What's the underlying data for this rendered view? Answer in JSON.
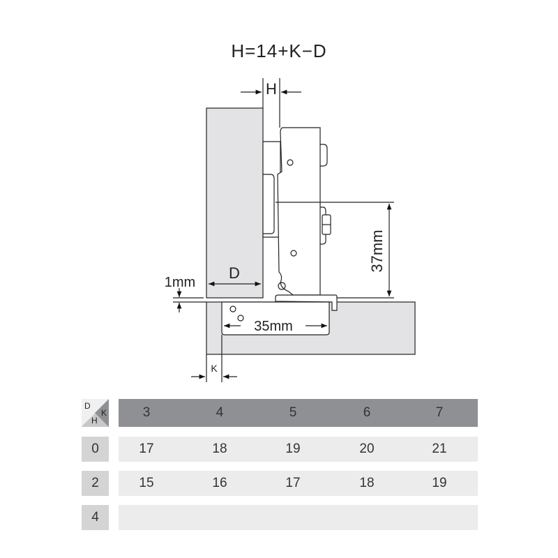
{
  "formula": "H=14+K−D",
  "diagram": {
    "label_h": "H",
    "label_d": "D",
    "label_k": "K",
    "label_1mm": "1mm",
    "label_37mm": "37mm",
    "label_35mm": "35mm"
  },
  "table": {
    "corner": {
      "d": "D",
      "k": "K",
      "h": "H"
    },
    "k_values": [
      "3",
      "4",
      "5",
      "6",
      "7"
    ],
    "rows": [
      {
        "d": "0",
        "h": [
          "17",
          "18",
          "19",
          "20",
          "21"
        ]
      },
      {
        "d": "2",
        "h": [
          "15",
          "16",
          "17",
          "18",
          "19"
        ]
      },
      {
        "d": "4",
        "h": [
          "",
          "",
          "",
          "",
          ""
        ]
      }
    ]
  },
  "colors": {
    "panel": "#e3e3e5",
    "header": "#8f9094",
    "row": "#ececec",
    "rowhead": "#d4d4d4"
  }
}
